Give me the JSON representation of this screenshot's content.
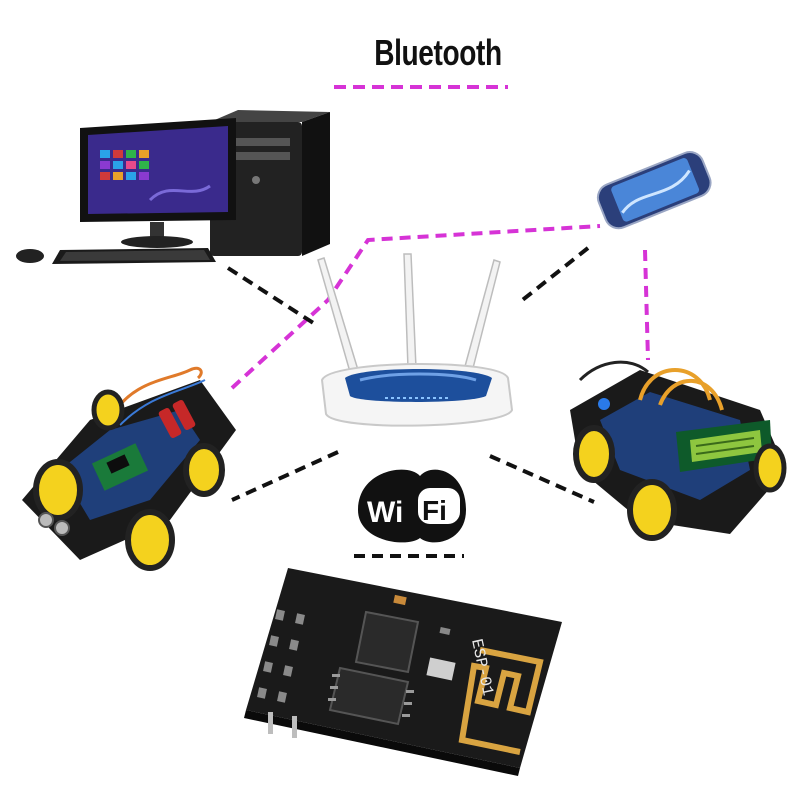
{
  "title": "Bluetooth",
  "wifi_logo": {
    "left": "Wi",
    "right": "Fi"
  },
  "module_label": "ESP-01",
  "devices": {
    "desktop_computer": "desktop-computer",
    "smartphone": "smartphone",
    "router": "wifi-router",
    "robot_car_left": "robot-car",
    "robot_car_right": "robot-car-with-lcd",
    "esp_module": "esp8266-wifi-module"
  },
  "colors": {
    "bluetooth_link": "#d633d6",
    "wifi_link": "#111111",
    "pcb": "#1a1a1a",
    "router_accent": "#1d4f9c",
    "screen": "#3a2a8c"
  }
}
